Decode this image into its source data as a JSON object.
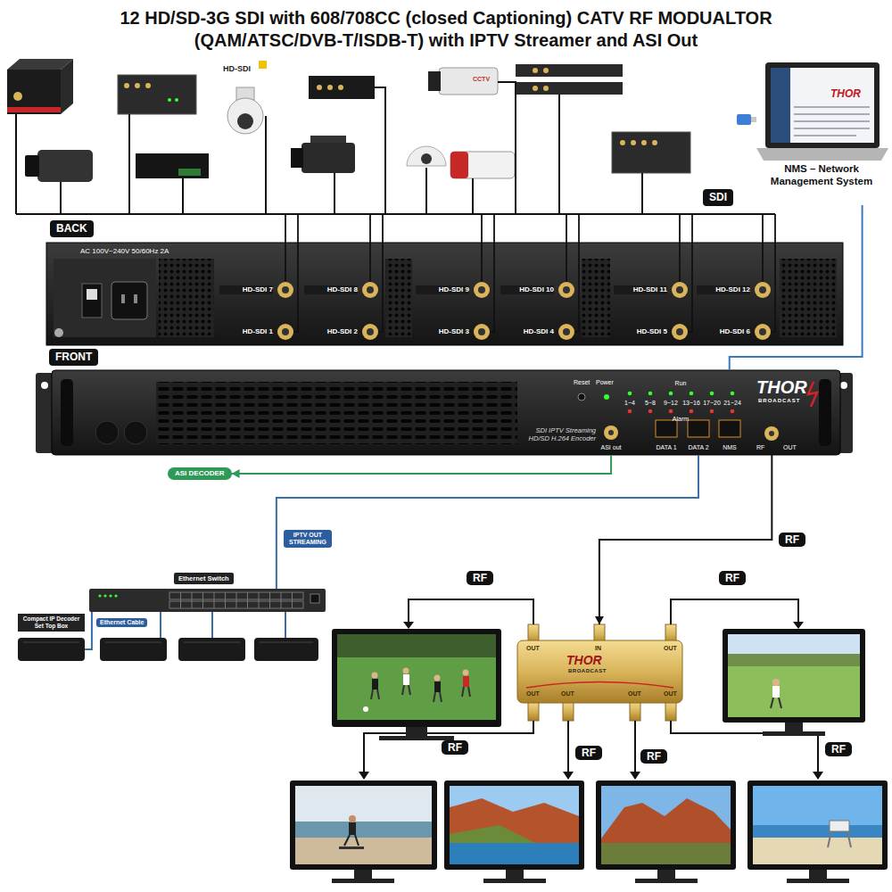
{
  "diagram": {
    "title": "12 HD/SD-3G SDI with 608/708CC (closed Captioning) CATV RF MODUALTOR (QAM/ATSC/DVB-T/ISDB-T) with IPTV Streamer and ASI Out",
    "nodes": [
      {
        "text": [
          "NMS – Network Management System",
          "THOR"
        ]
      },
      {
        "text": [
          "BACK",
          "AC 100V~240V 50/60Hz 2A",
          "HD-SDI 7",
          "HD-SDI 1",
          "HD-SDI 8",
          "HD-SDI 2",
          "HD-SDI 9",
          "HD-SDI 3",
          "HD-SDI 10",
          "HD-SDI 4",
          "HD-SDI 11",
          "HD-SDI 5",
          "HD-SDI 12",
          "HD-SDI 6"
        ]
      },
      {
        "text": [
          "FRONT",
          "Reset",
          "Power",
          "Run",
          "1~4",
          "5~8",
          "9~12",
          "13~16",
          "17~20",
          "21~24",
          "Alarm",
          "THOR",
          "BROADCAST",
          "SDI IPTV Streaming HD/SD H.264 Encoder",
          "ASI out",
          "DATA 1",
          "DATA 2",
          "NMS",
          "RF",
          "OUT"
        ]
      },
      {
        "text": [
          "ASI DECODER"
        ]
      },
      {
        "text": [
          "Ethernet Switch"
        ]
      },
      {
        "text": [
          "Compact IP Decoder Set Top Box"
        ]
      },
      {
        "text": [
          "IN",
          "OUT",
          "OUT",
          "OUT",
          "OUT",
          "OUT",
          "OUT",
          "THOR",
          "BROADCAST"
        ]
      }
    ],
    "edges": [
      {
        "from": 0,
        "to": 2,
        "arrow": "none"
      },
      {
        "from": 2,
        "to": 3,
        "arrow": "to"
      },
      {
        "from": 2,
        "to": 4,
        "label": "IPTV OUT STREAMING",
        "arrow": "none"
      },
      {
        "from": 4,
        "to": 5,
        "label": "Ethernet Cable",
        "arrow": "none"
      },
      {
        "from": 2,
        "to": 6,
        "label": "RF",
        "arrow": "to"
      }
    ],
    "labels": [
      "HD-SDI",
      "CCTV",
      "SDI",
      "RF",
      "RF",
      "RF",
      "RF",
      "RF",
      "RF"
    ]
  }
}
